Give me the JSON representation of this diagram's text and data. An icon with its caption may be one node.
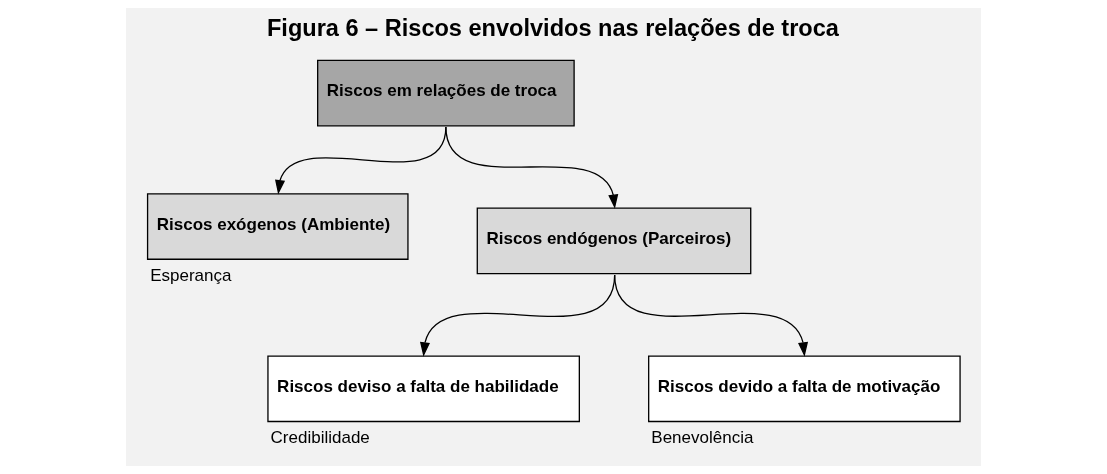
{
  "diagram": {
    "title": "Figura 6 – Riscos envolvidos nas relações de troca",
    "nodes": [
      {
        "text": [
          "Riscos em relações de troca"
        ]
      },
      {
        "text": [
          "Riscos exógenos (Ambiente)"
        ],
        "beside": [
          "Esperança"
        ]
      },
      {
        "text": [
          "Riscos endógenos (Parceiros)"
        ]
      },
      {
        "text": [
          "Riscos deviso a falta de habilidade"
        ],
        "beside": [
          "Credibilidade"
        ]
      },
      {
        "text": [
          "Riscos devido a falta de motivação"
        ],
        "beside": [
          "Benevolência"
        ]
      }
    ],
    "edges": [
      {
        "from": 0,
        "to": 1,
        "arrow": "to"
      },
      {
        "from": 0,
        "to": 2,
        "arrow": "to"
      },
      {
        "from": 2,
        "to": 3,
        "arrow": "to"
      },
      {
        "from": 2,
        "to": 4,
        "arrow": "to"
      }
    ]
  }
}
